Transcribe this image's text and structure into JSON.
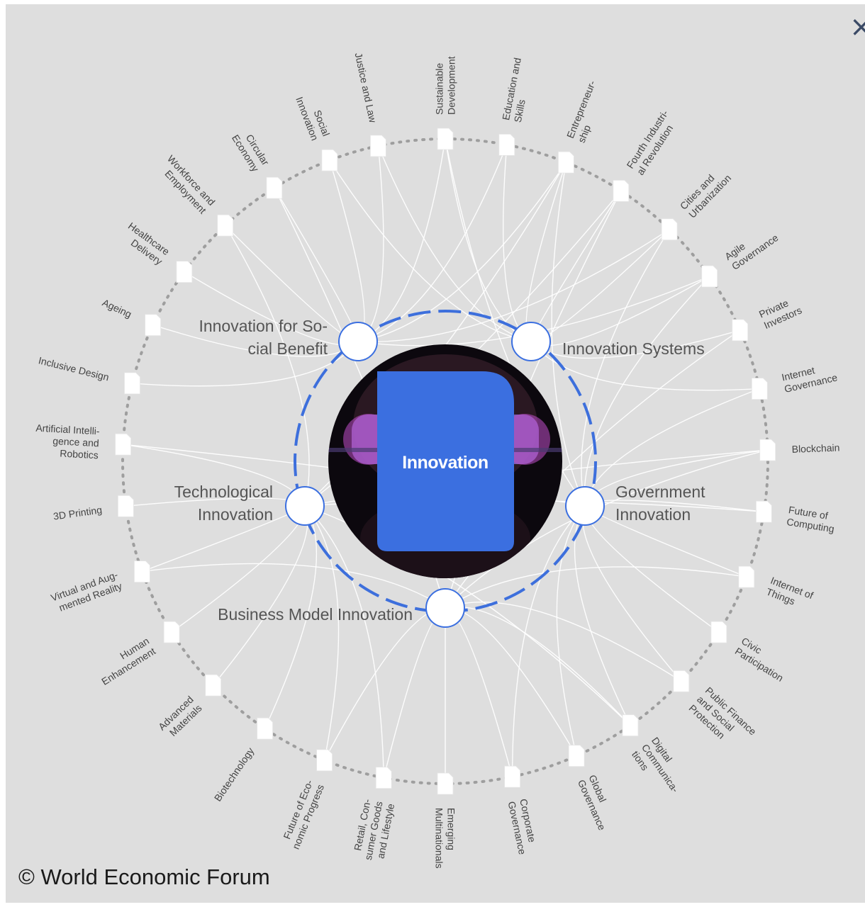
{
  "close_icon": "×",
  "copyright": "© World Economic Forum",
  "colors": {
    "background": "#dedede",
    "link": "#ffffff",
    "accent_blue": "#3b6fe0",
    "dashed_ring": "#3d6fdc",
    "outer_dots": "#9e9e9e",
    "center_bg": "#0c080e",
    "label_text": "#444444",
    "cluster_text": "#555555"
  },
  "center": {
    "label": "Innovation",
    "icon": "document-card-icon"
  },
  "clusters": [
    {
      "id": "social",
      "label_lines": [
        "Innovation for So-",
        "cial Benefit"
      ]
    },
    {
      "id": "systems",
      "label_lines": [
        "Innovation Systems"
      ]
    },
    {
      "id": "tech",
      "label_lines": [
        "Technological",
        "Innovation"
      ]
    },
    {
      "id": "gov",
      "label_lines": [
        "Government",
        "Innovation"
      ]
    },
    {
      "id": "business",
      "label_lines": [
        "Business Model Innovation"
      ]
    }
  ],
  "topics": [
    {
      "label_lines": [
        "Justice and Law"
      ]
    },
    {
      "label_lines": [
        "Sustainable",
        "Development"
      ]
    },
    {
      "label_lines": [
        "Education and",
        "Skills"
      ]
    },
    {
      "label_lines": [
        "Entrepreneur-",
        "ship"
      ]
    },
    {
      "label_lines": [
        "Fourth Industri-",
        "al Revolution"
      ]
    },
    {
      "label_lines": [
        "Cities and",
        "Urbanization"
      ]
    },
    {
      "label_lines": [
        "Agile",
        "Governance"
      ]
    },
    {
      "label_lines": [
        "Private",
        "Investors"
      ]
    },
    {
      "label_lines": [
        "Internet",
        "Governance"
      ]
    },
    {
      "label_lines": [
        "Blockchain"
      ]
    },
    {
      "label_lines": [
        "Future of",
        "Computing"
      ]
    },
    {
      "label_lines": [
        "Internet of",
        "Things"
      ]
    },
    {
      "label_lines": [
        "Civic",
        "Participation"
      ]
    },
    {
      "label_lines": [
        "Public Finance",
        "and Social",
        "Protection"
      ]
    },
    {
      "label_lines": [
        "Digital",
        "Communica-",
        "tions"
      ]
    },
    {
      "label_lines": [
        "Global",
        "Governance"
      ]
    },
    {
      "label_lines": [
        "Corporate",
        "Governance"
      ]
    },
    {
      "label_lines": [
        "Emerging",
        "Multinationals"
      ]
    },
    {
      "label_lines": [
        "Retail, Con-",
        "sumer Goods",
        "and Lifestyle"
      ]
    },
    {
      "label_lines": [
        "Future of Eco-",
        "nomic Progress"
      ]
    },
    {
      "label_lines": [
        "Biotechnology"
      ]
    },
    {
      "label_lines": [
        "Advanced",
        "Materials"
      ]
    },
    {
      "label_lines": [
        "Human",
        "Enhancement"
      ]
    },
    {
      "label_lines": [
        "Virtual and Aug-",
        "mented Reality"
      ]
    },
    {
      "label_lines": [
        "3D Printing"
      ]
    },
    {
      "label_lines": [
        "Artificial Intelli-",
        "gence and",
        "Robotics"
      ]
    },
    {
      "label_lines": [
        "Inclusive Design"
      ]
    },
    {
      "label_lines": [
        "Ageing"
      ]
    },
    {
      "label_lines": [
        "Healthcare",
        "Delivery"
      ]
    },
    {
      "label_lines": [
        "Workforce and",
        "Employment"
      ]
    },
    {
      "label_lines": [
        "Circular",
        "Economy"
      ]
    },
    {
      "label_lines": [
        "Social",
        "Innovation"
      ]
    }
  ],
  "links": [
    [
      0,
      [
        "social",
        "systems"
      ]
    ],
    [
      1,
      [
        "social",
        "systems",
        "gov"
      ]
    ],
    [
      2,
      [
        "systems",
        "social"
      ]
    ],
    [
      3,
      [
        "social",
        "systems",
        "tech",
        "gov"
      ]
    ],
    [
      4,
      [
        "systems",
        "tech",
        "business"
      ]
    ],
    [
      5,
      [
        "systems",
        "social",
        "gov"
      ]
    ],
    [
      6,
      [
        "systems",
        "gov",
        "social"
      ]
    ],
    [
      7,
      [
        "systems",
        "business"
      ]
    ],
    [
      8,
      [
        "gov",
        "systems"
      ]
    ],
    [
      9,
      [
        "gov",
        "tech",
        "business"
      ]
    ],
    [
      10,
      [
        "gov",
        "tech"
      ]
    ],
    [
      11,
      [
        "gov",
        "business"
      ]
    ],
    [
      12,
      [
        "gov"
      ]
    ],
    [
      13,
      [
        "gov",
        "business"
      ]
    ],
    [
      14,
      [
        "gov",
        "tech",
        "business"
      ]
    ],
    [
      15,
      [
        "gov",
        "business"
      ]
    ],
    [
      16,
      [
        "business",
        "gov"
      ]
    ],
    [
      17,
      [
        "business"
      ]
    ],
    [
      18,
      [
        "business",
        "tech"
      ]
    ],
    [
      19,
      [
        "business",
        "tech"
      ]
    ],
    [
      20,
      [
        "tech"
      ]
    ],
    [
      21,
      [
        "tech"
      ]
    ],
    [
      22,
      [
        "tech"
      ]
    ],
    [
      23,
      [
        "tech",
        "business"
      ]
    ],
    [
      24,
      [
        "tech"
      ]
    ],
    [
      25,
      [
        "tech",
        "gov"
      ]
    ],
    [
      26,
      [
        "social"
      ]
    ],
    [
      27,
      [
        "social"
      ]
    ],
    [
      28,
      [
        "social"
      ]
    ],
    [
      29,
      [
        "social",
        "tech"
      ]
    ],
    [
      30,
      [
        "social",
        "business"
      ]
    ],
    [
      31,
      [
        "social",
        "systems"
      ]
    ]
  ]
}
